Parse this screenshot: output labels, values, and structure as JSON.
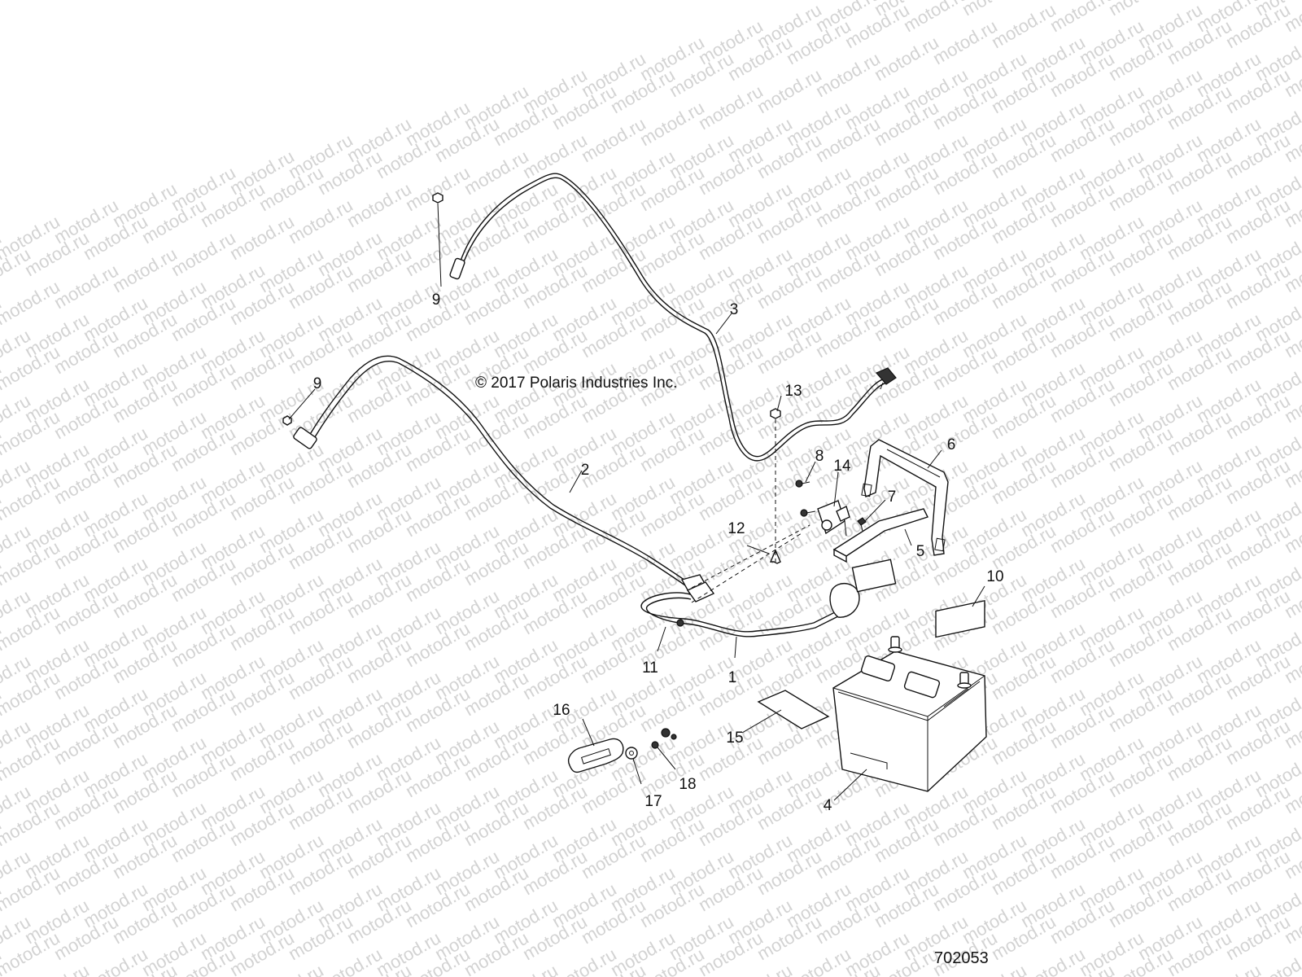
{
  "watermark": {
    "text": "motod.ru"
  },
  "copyright": "© 2017 Polaris Industries Inc.",
  "figure_number": "702053",
  "callouts": [
    {
      "id": "1",
      "part": "cable-1"
    },
    {
      "id": "2",
      "part": "cable-2"
    },
    {
      "id": "3",
      "part": "cable-3"
    },
    {
      "id": "4",
      "part": "battery"
    },
    {
      "id": "5",
      "part": "bracket"
    },
    {
      "id": "6",
      "part": "hold-down-strap"
    },
    {
      "id": "7",
      "part": "bolt"
    },
    {
      "id": "8",
      "part": "bolt"
    },
    {
      "id": "9",
      "part": "nut"
    },
    {
      "id": "9",
      "part": "nut"
    },
    {
      "id": "10",
      "part": "label"
    },
    {
      "id": "11",
      "part": "nut"
    },
    {
      "id": "12",
      "part": "push-rivet"
    },
    {
      "id": "13",
      "part": "nut"
    },
    {
      "id": "14",
      "part": "relay"
    },
    {
      "id": "15",
      "part": "label"
    },
    {
      "id": "16",
      "part": "fuse-holder"
    },
    {
      "id": "17",
      "part": "washer"
    },
    {
      "id": "18",
      "part": "nut"
    }
  ]
}
